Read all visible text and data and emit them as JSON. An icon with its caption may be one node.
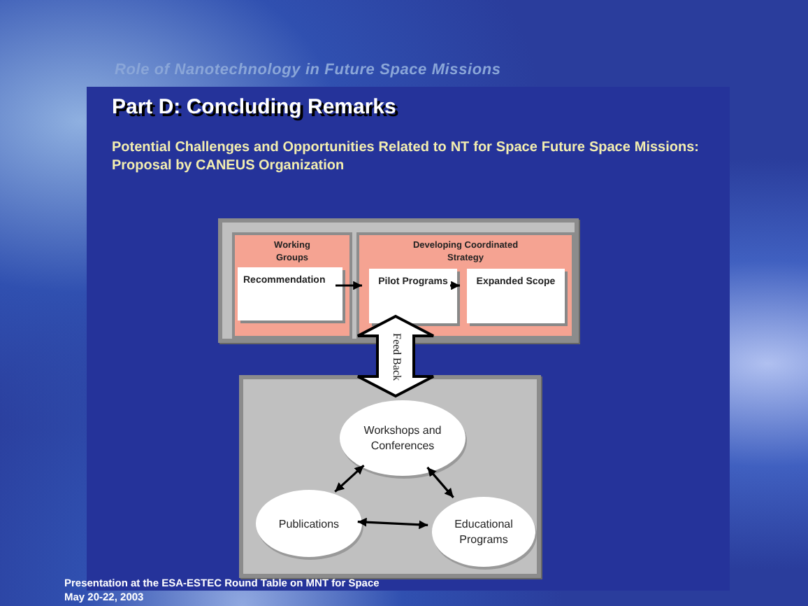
{
  "diagram": {
    "title": "Part D: Concluding Remarks",
    "nodes": [
      {
        "text": [],
        "shape": "box"
      },
      {
        "text": [
          "Working Groups"
        ],
        "in": 0
      },
      {
        "text": [
          "Developing Coordinated Strategy"
        ],
        "in": 0
      },
      {
        "text": [
          "Recommendation"
        ],
        "in": 1
      },
      {
        "text": [
          "Pilot Programs"
        ],
        "in": 2
      },
      {
        "text": [
          "Expanded Scope"
        ],
        "in": 2
      },
      {
        "text": [],
        "shape": "box"
      },
      {
        "text": [
          "Workshops and Conferences"
        ],
        "in": 6
      },
      {
        "text": [
          "Publications"
        ],
        "in": 6
      },
      {
        "text": [
          "Educational Programs"
        ],
        "in": 6
      }
    ],
    "edges": [
      {
        "from": 3,
        "to": 4,
        "arrow": "to"
      },
      {
        "from": 4,
        "to": 5,
        "arrow": "to"
      },
      {
        "from": 4,
        "to": 7,
        "arrow": "both",
        "label": "Feed Back",
        "style": "thick"
      },
      {
        "from": 7,
        "to": 8,
        "arrow": "both"
      },
      {
        "from": 7,
        "to": 9,
        "arrow": "both"
      },
      {
        "from": 8,
        "to": 9,
        "arrow": "both"
      }
    ],
    "labels": [
      "Role of Nanotechnology in Future Space Missions",
      "Potential Challenges and Opportunities Related to NT for Space Future Space Missions: Proposal by CANEUS Organization",
      "Presentation at the ESA-ESTEC Round Table on MNT for Space",
      "May 20-22, 2003"
    ]
  }
}
